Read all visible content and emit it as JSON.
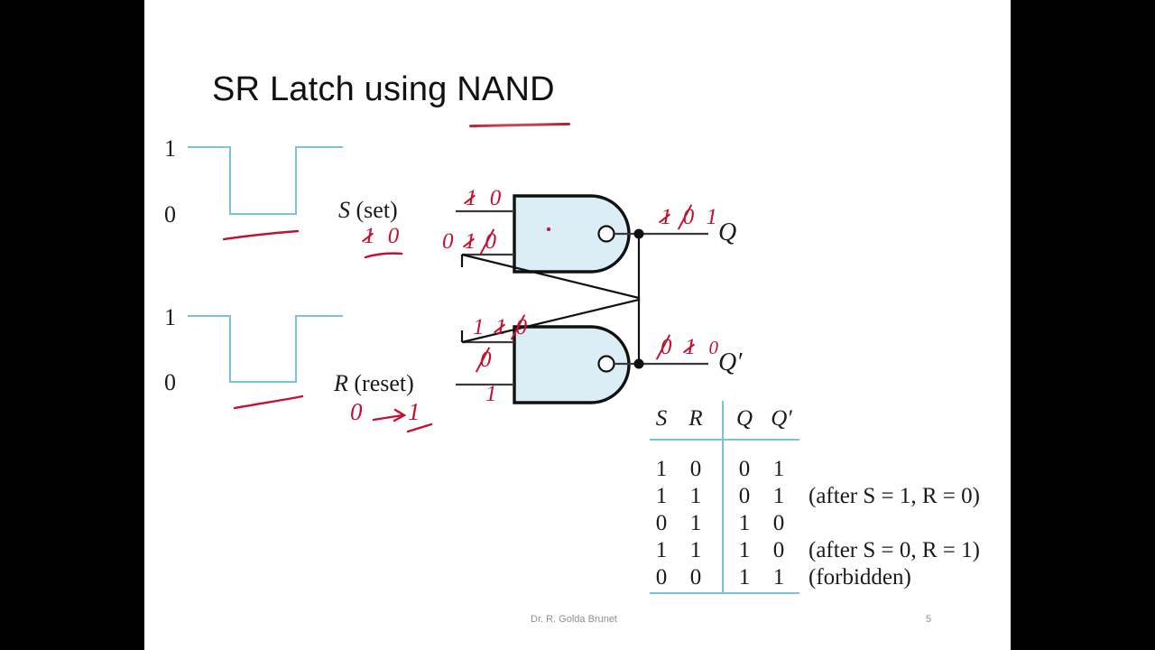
{
  "slide": {
    "title": "SR Latch using NAND",
    "footer_author": "Dr. R. Golda Brunet",
    "page_number": "5",
    "accent_red": "#c4112f",
    "waveform_color": "#7cc3d6",
    "gate_fill": "#dbedf5"
  },
  "waveforms": [
    {
      "high_label": "1",
      "low_label": "0",
      "name": "S-waveform"
    },
    {
      "high_label": "1",
      "low_label": "0",
      "name": "R-waveform"
    }
  ],
  "circuit": {
    "input_s_label_italic": "S",
    "input_s_label_rest": " (set)",
    "input_r_label_italic": "R",
    "input_r_label_rest": " (reset)",
    "output_q_label": "Q",
    "output_qn_label": "Q′"
  },
  "annotations": {
    "s_input_top": {
      "struck": "1",
      "value": "0"
    },
    "s_left_under": {
      "struck": "1",
      "value": "0"
    },
    "gate1_lower_input": {
      "first": "0",
      "struck": "1",
      "value": "0"
    },
    "q_output": {
      "struck1": "1",
      "struck2": "0",
      "value": "1"
    },
    "gate2_upper_input": {
      "first": "1",
      "struck": "1",
      "value": "0"
    },
    "r_input_above": {
      "value": "0"
    },
    "r_input_below": {
      "value": "1"
    },
    "r_transition": {
      "from": "0",
      "arrow": "→",
      "to": "1"
    },
    "qn_output": {
      "struck1": "0",
      "struck2": "1",
      "value": "0"
    }
  },
  "truth_table": {
    "headers": [
      "S",
      "R",
      "Q",
      "Q′"
    ],
    "rows": [
      {
        "S": "1",
        "R": "0",
        "Q": "0",
        "Qn": "1",
        "note": ""
      },
      {
        "S": "1",
        "R": "1",
        "Q": "0",
        "Qn": "1",
        "note": "(after S = 1, R = 0)"
      },
      {
        "S": "0",
        "R": "1",
        "Q": "1",
        "Qn": "0",
        "note": ""
      },
      {
        "S": "1",
        "R": "1",
        "Q": "1",
        "Qn": "0",
        "note": "(after S = 0, R = 1)"
      },
      {
        "S": "0",
        "R": "0",
        "Q": "1",
        "Qn": "1",
        "note": "(forbidden)"
      }
    ]
  }
}
